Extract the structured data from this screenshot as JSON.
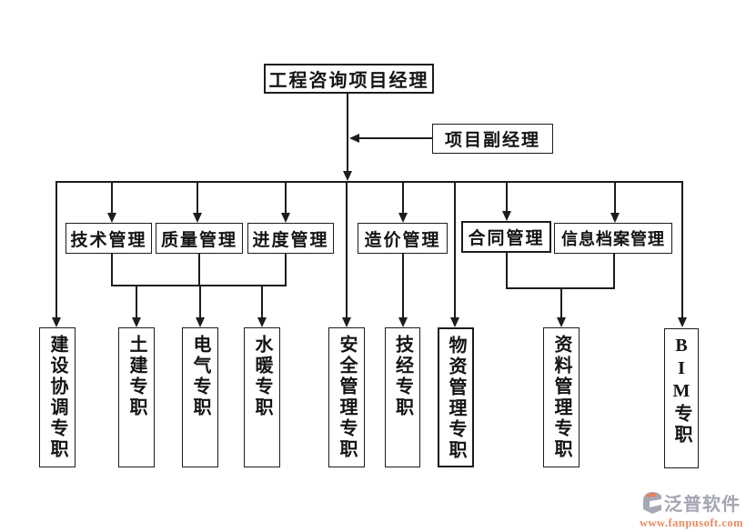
{
  "diagram": {
    "root": {
      "label": "工程咨询项目经理"
    },
    "deputy": {
      "label": "项目副经理"
    },
    "departments": [
      {
        "label": "技术管理"
      },
      {
        "label": "质量管理"
      },
      {
        "label": "进度管理"
      },
      {
        "label": "造价管理"
      },
      {
        "label": "合同管理"
      },
      {
        "label": "信息档案管理"
      }
    ],
    "specialists": [
      {
        "label": "建设协调专职"
      },
      {
        "label": "土建专职"
      },
      {
        "label": "电气专职"
      },
      {
        "label": "水暖专职"
      },
      {
        "label": "安全管理专职"
      },
      {
        "label": "技经专职"
      },
      {
        "label": "物资管理专职"
      },
      {
        "label": "资料管理专职"
      },
      {
        "label": "BIM专职"
      }
    ],
    "hierarchy": {
      "root_reports": [
        "技术管理",
        "质量管理",
        "进度管理",
        "造价管理",
        "合同管理",
        "信息档案管理",
        "建设协调专职",
        "安全管理专职",
        "物资管理专职",
        "BIM专职"
      ],
      "lateral": {
        "from": "项目副经理",
        "to": "工程咨询项目经理"
      },
      "group_tech_quality_schedule_to": [
        "土建专职",
        "电气专职",
        "水暖专职"
      ],
      "cost_management_to": [
        "技经专职"
      ],
      "group_contract_archive_to": [
        "资料管理专职"
      ]
    },
    "line_color": "#1c1c1c",
    "background_color": "#ffffff"
  },
  "watermark": {
    "brand": "泛普软件",
    "url": "www.fanpusoft.com",
    "brand_color": "#a4a5b3",
    "url_color": "#ec8a62",
    "icon_orange": "#e87f54",
    "icon_gray": "#a7a8b6"
  }
}
